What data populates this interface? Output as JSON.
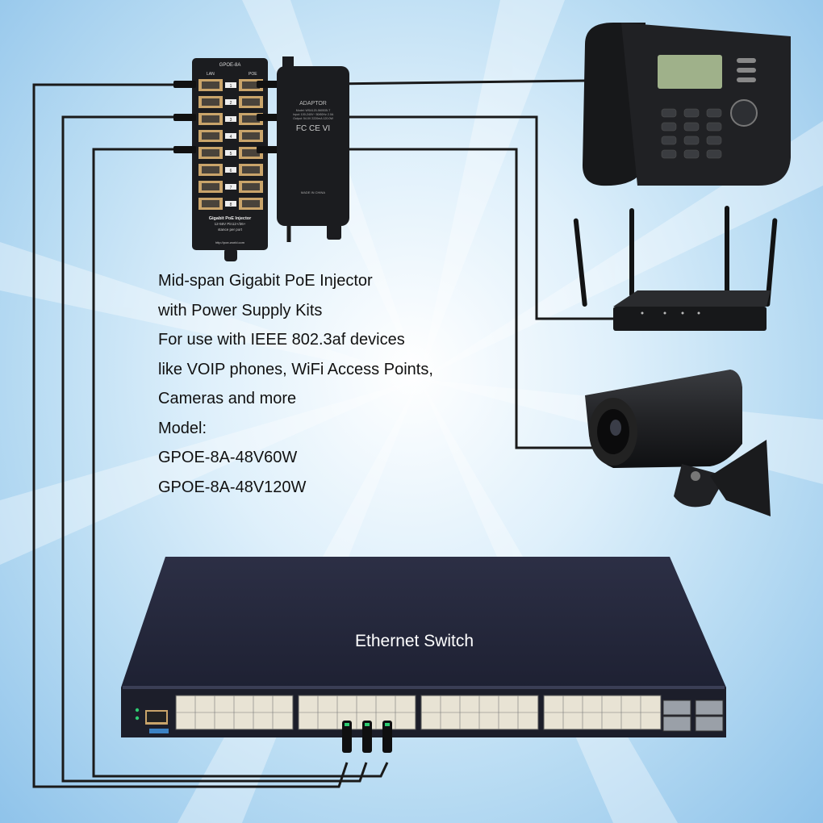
{
  "injector": {
    "model": "GPOE-8A",
    "lan_label": "LAN",
    "poe_label": "POE",
    "port_numbers": [
      "1",
      "2",
      "3",
      "4",
      "5",
      "6",
      "7",
      "8"
    ],
    "title": "Gigabit PoE Injector",
    "spec": "12-56V Pin12+/36+",
    "sub": "stance per port",
    "url": "http://poe-world.com"
  },
  "adaptor": {
    "title": "ADAPTOR",
    "lines": [
      "Model: WSA120-560535-T",
      "Input: 100-240V~ 50/60Hz 2.0A",
      "Output: 54.0V 2220mA 120.0W"
    ],
    "marks": "FC  CE  VI",
    "made_in": "MADE IN CHINA"
  },
  "description": {
    "lines": [
      "Mid-span Gigabit PoE Injector",
      "with Power Supply Kits",
      "For use with IEEE 802.3af devices",
      "like VOIP phones, WiFi Access Points,",
      "Cameras and more"
    ],
    "model_label": "Model:",
    "models": [
      "GPOE-8A-48V60W",
      "GPOE-8A-48V120W"
    ]
  },
  "switch": {
    "label": "Ethernet Switch"
  },
  "colors": {
    "cable": "#1a1a1a",
    "device": "#1b1c1f",
    "switch_body": "#2a2d3d",
    "copper": "#c9a46a"
  }
}
